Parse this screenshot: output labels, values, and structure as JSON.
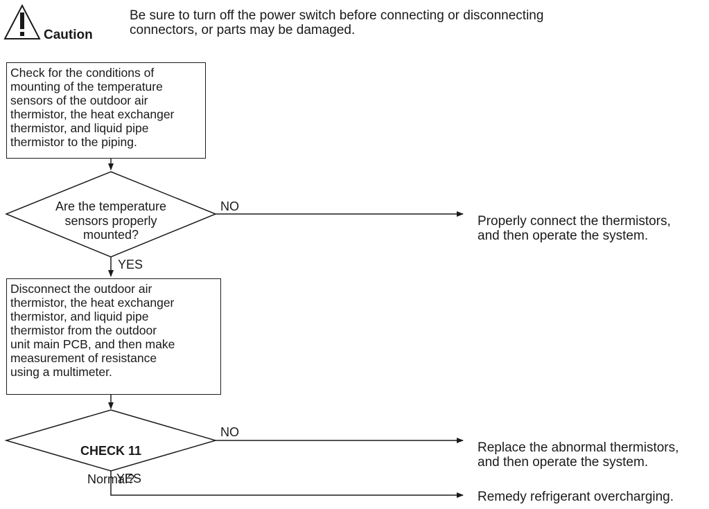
{
  "caution": {
    "label": "Caution",
    "message": "Be sure to turn off the power switch before connecting or disconnecting\nconnectors, or parts may be damaged."
  },
  "flowchart": {
    "step1": "Check for the conditions of\nmounting of the temperature\nsensors of the outdoor air\nthermistor, the heat exchanger\nthermistor, and liquid pipe\nthermistor to the piping.",
    "decision1": "Are the temperature\nsensors properly\nmounted?",
    "decision1_no": "NO",
    "decision1_yes": "YES",
    "result1": "Properly connect the thermistors,\nand then operate the system.",
    "step2": "Disconnect the outdoor air\nthermistor, the heat exchanger\nthermistor, and liquid pipe\nthermistor from the outdoor\nunit main PCB, and then make\nmeasurement of resistance\nusing a multimeter.",
    "decision2_title": "CHECK 11",
    "decision2_question": "Normal?",
    "decision2_no": "NO",
    "decision2_yes": "YES",
    "result2": "Replace the abnormal thermistors,\nand then operate the system.",
    "result3": "Remedy refrigerant overcharging."
  }
}
